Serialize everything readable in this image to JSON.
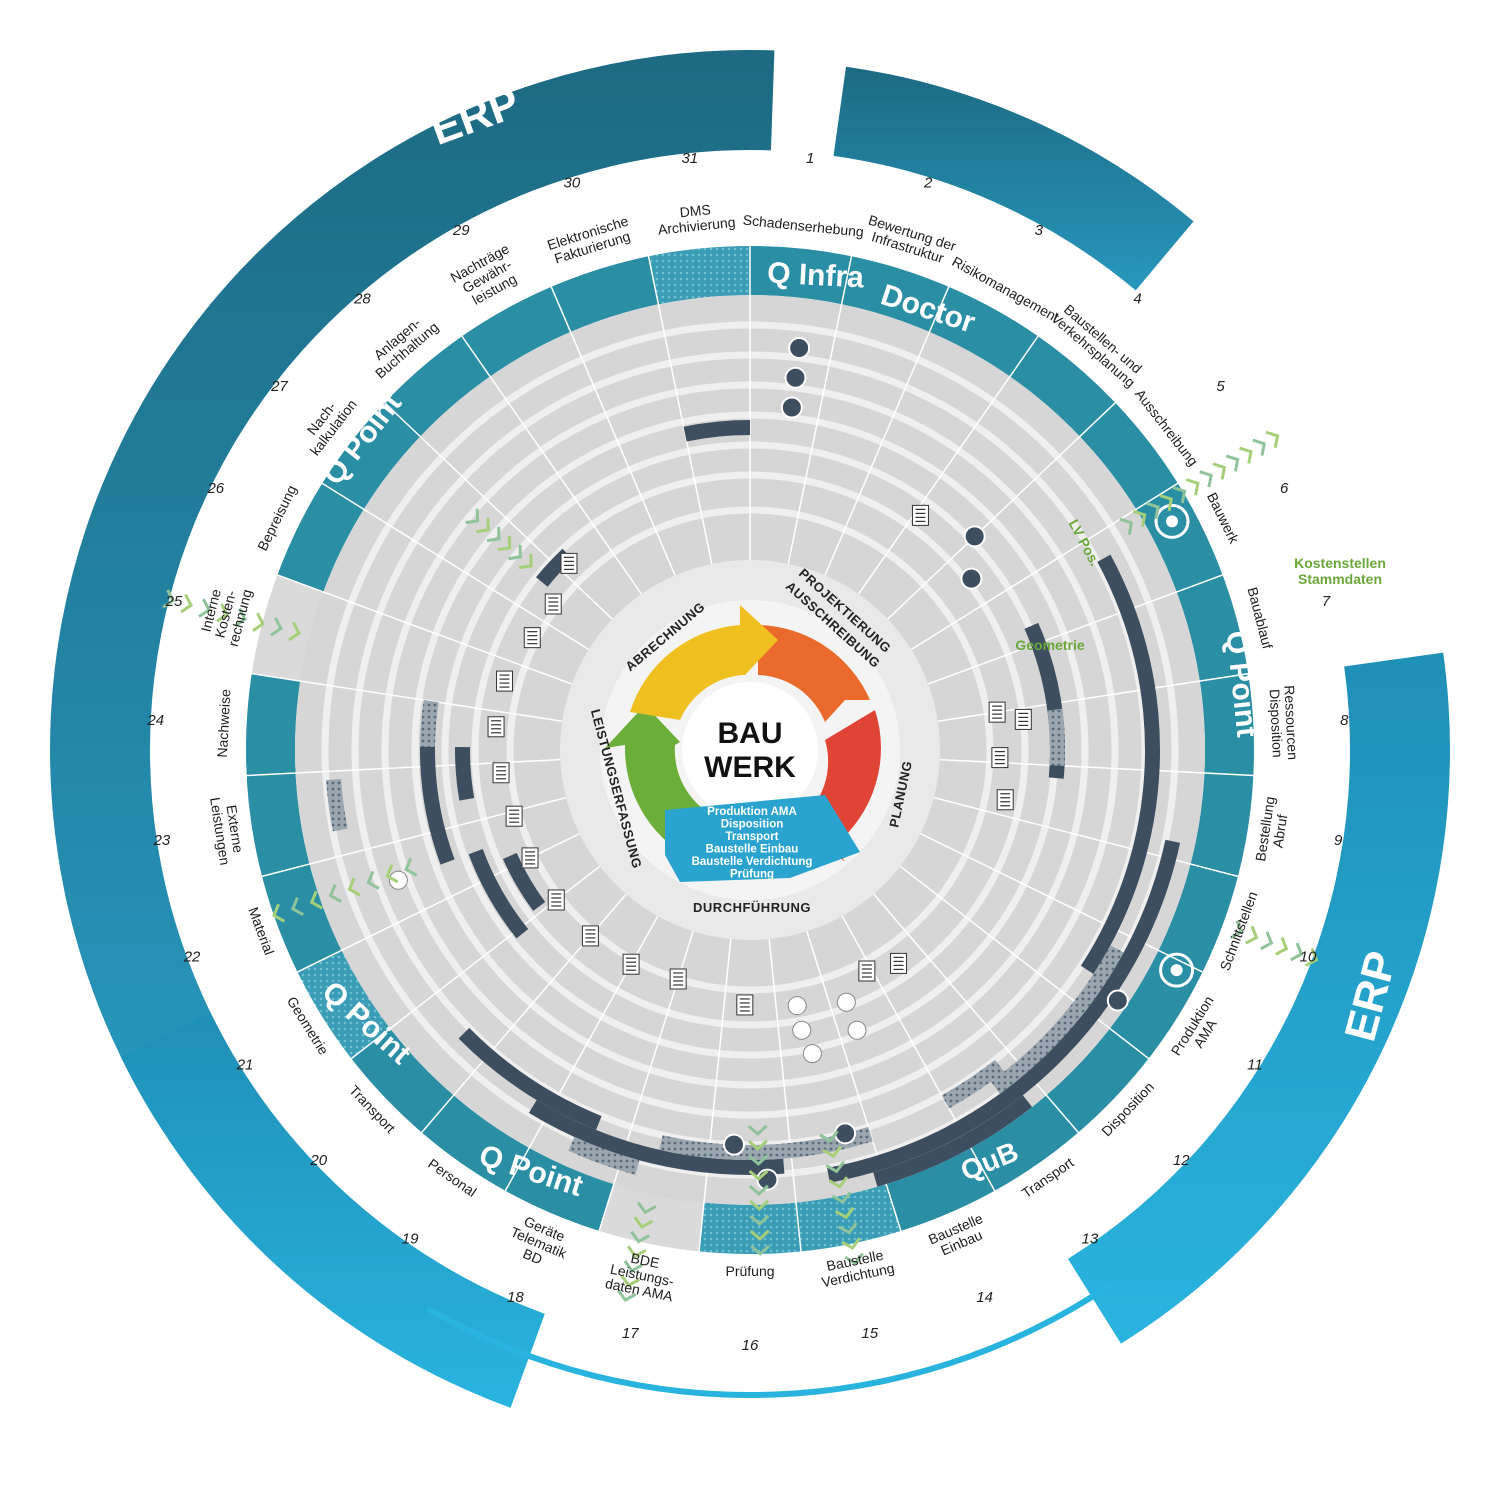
{
  "colors": {
    "erp_dark": "#1d6f86",
    "erp_light": "#27aedb",
    "band": "#2a8ea5",
    "dark_block": "#3d4e60",
    "ring_bg": "#d6d6d6",
    "ring_line": "#efefef",
    "green": "#6aa83a",
    "phase_orange": "#e96a2a",
    "phase_red": "#e04434",
    "phase_green": "#6cae3a",
    "phase_yellow": "#f0c020",
    "ribbon_blue": "#2aa3cf"
  },
  "erp": {
    "top_label": "ERP",
    "right_label": "ERP"
  },
  "core": {
    "title_line1": "BAU",
    "title_line2": "WERK",
    "phases": [
      "PROJEKTIERUNG",
      "AUSSCHREIBUNG",
      "PLANUNG",
      "DURCHFÜHRUNG",
      "LEISTUNGSERFASSUNG",
      "ABRECHNUNG"
    ],
    "ribbon_lines": [
      "Produktion AMA",
      "Disposition",
      "Transport",
      "Baustelle Einbau",
      "Baustelle Verdichtung",
      "Prüfung"
    ]
  },
  "segments": [
    {
      "num": "1",
      "label": [
        "Schadenserhebung"
      ]
    },
    {
      "num": "2",
      "label": [
        "Bewertung der",
        "Infrastruktur"
      ]
    },
    {
      "num": "3",
      "label": [
        "Risikomanagement"
      ]
    },
    {
      "num": "4",
      "label": [
        "Baustellen- und",
        "Verkehrsplanung"
      ]
    },
    {
      "num": "5",
      "label": [
        "Ausschreibung"
      ]
    },
    {
      "num": "6",
      "label": [
        "Bauwerk"
      ]
    },
    {
      "num": "7",
      "label": [
        "Bauablauf"
      ]
    },
    {
      "num": "8",
      "label": [
        "Ressourcen",
        "Disposition"
      ]
    },
    {
      "num": "9",
      "label": [
        "Bestellung",
        "Abruf"
      ]
    },
    {
      "num": "10",
      "label": [
        "Schnittstellen"
      ]
    },
    {
      "num": "11",
      "label": [
        "Produktion",
        "AMA"
      ]
    },
    {
      "num": "12",
      "label": [
        "Disposition"
      ]
    },
    {
      "num": "13",
      "label": [
        "Transport"
      ]
    },
    {
      "num": "14",
      "label": [
        "Baustelle",
        "Einbau"
      ]
    },
    {
      "num": "15",
      "label": [
        "Baustelle",
        "Verdichtung"
      ]
    },
    {
      "num": "16",
      "label": [
        "Prüfung"
      ]
    },
    {
      "num": "17",
      "label": [
        "BDE",
        "Leistungs-",
        "daten AMA"
      ]
    },
    {
      "num": "18",
      "label": [
        "Geräte",
        "Telematik",
        "BD"
      ]
    },
    {
      "num": "19",
      "label": [
        "Personal"
      ]
    },
    {
      "num": "20",
      "label": [
        "Transport"
      ]
    },
    {
      "num": "21",
      "label": [
        "Geometrie"
      ]
    },
    {
      "num": "22",
      "label": [
        "Material"
      ]
    },
    {
      "num": "23",
      "label": [
        "Externe",
        "Leistungen"
      ]
    },
    {
      "num": "24",
      "label": [
        "Nachweise"
      ]
    },
    {
      "num": "25",
      "label": [
        "Interne",
        "Kosten-",
        "rechnung"
      ]
    },
    {
      "num": "26",
      "label": [
        "Bepreisung"
      ]
    },
    {
      "num": "27",
      "label": [
        "Nach-",
        "kalkulation"
      ]
    },
    {
      "num": "28",
      "label": [
        "Anlagen-",
        "Buchhaltung"
      ]
    },
    {
      "num": "29",
      "label": [
        "Nachträge",
        "Gewähr-",
        "leistung"
      ]
    },
    {
      "num": "30",
      "label": [
        "Elektronische",
        "Fakturierung"
      ]
    },
    {
      "num": "31",
      "label": [
        "DMS",
        "Archivierung"
      ]
    }
  ],
  "products": {
    "q_infra": "Q Infra",
    "doctor": "Doctor",
    "q_point": "Q Point",
    "qub": "QuB"
  },
  "callouts": {
    "lv_pos": "LV Pos.",
    "kostenstellen_line1": "Kostenstellen",
    "kostenstellen_line2": "Stammdaten",
    "geometrie": "Geometrie"
  }
}
